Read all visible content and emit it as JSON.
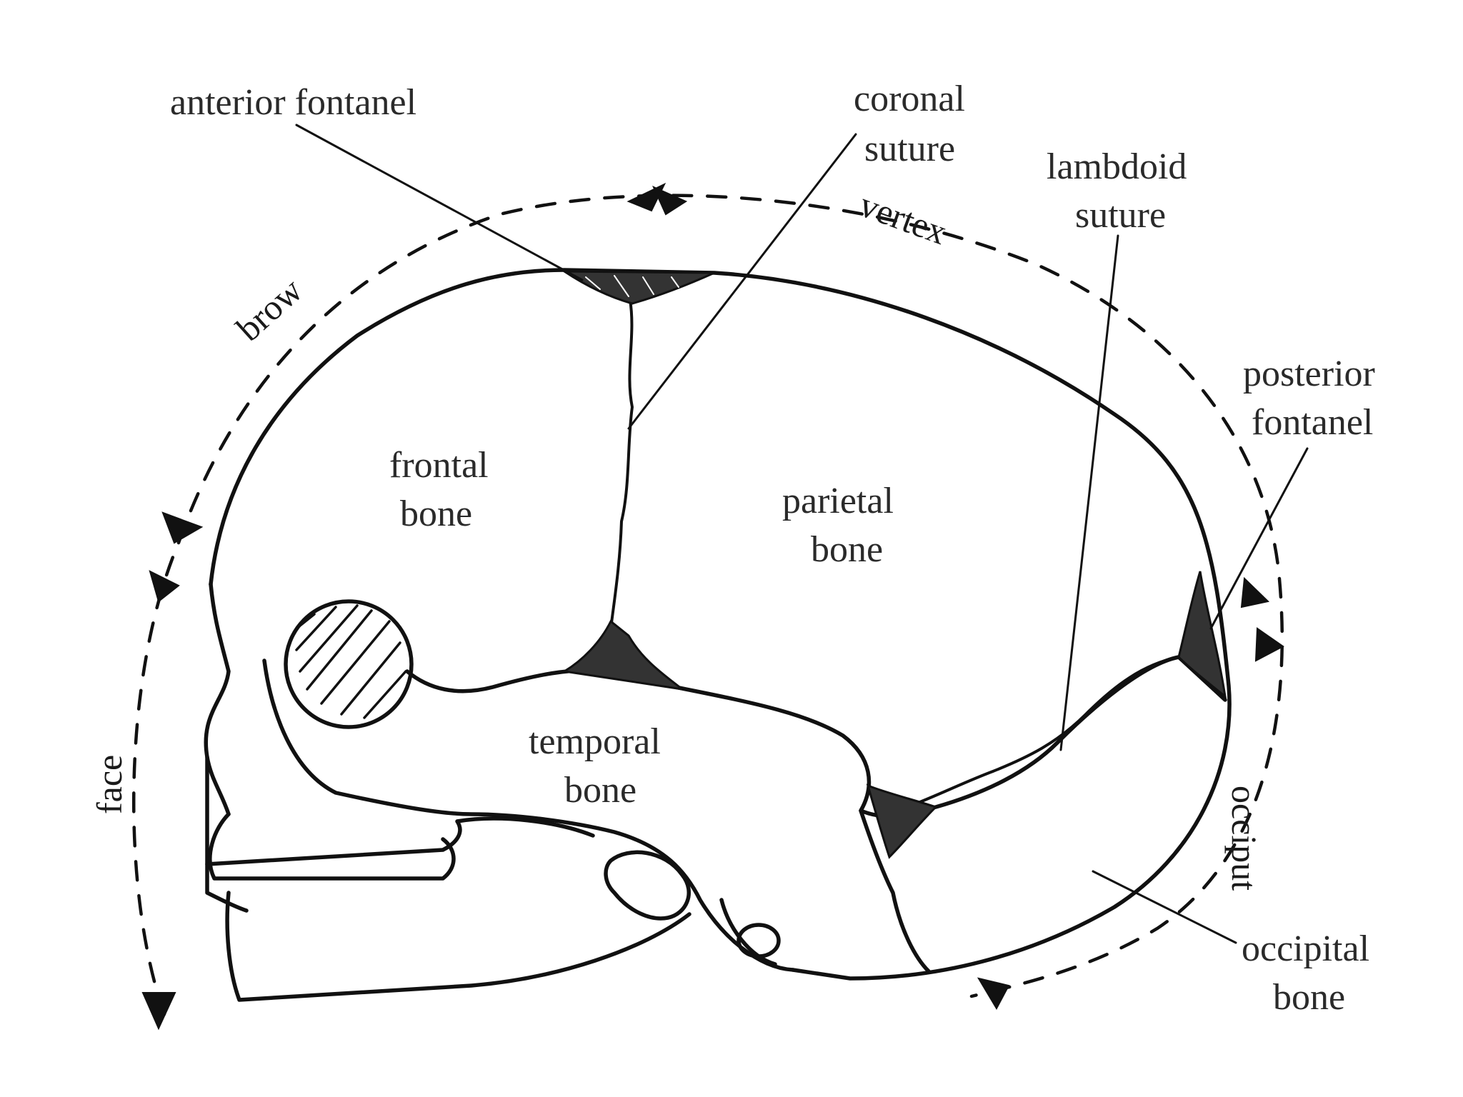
{
  "labels": {
    "anterior_fontanel": "anterior fontanel",
    "coronal_1": "coronal",
    "coronal_2": "suture",
    "lambdoid_1": "lambdoid",
    "lambdoid_2": "suture",
    "posterior_1": "posterior",
    "posterior_2": "fontanel",
    "frontal_1": "frontal",
    "frontal_2": "bone",
    "parietal_1": "parietal",
    "parietal_2": "bone",
    "temporal_1": "temporal",
    "temporal_2": "bone",
    "occipital_1": "occipital",
    "occipital_2": "bone",
    "vertex": "vertex",
    "brow": "brow",
    "face": "face",
    "occiput": "occiput"
  }
}
